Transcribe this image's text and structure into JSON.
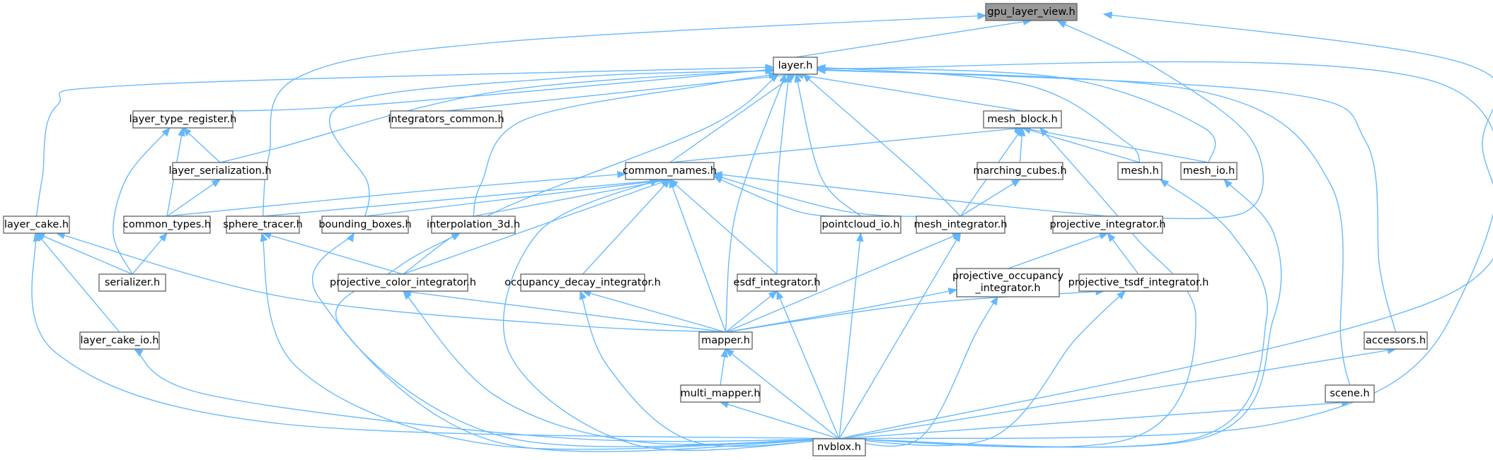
{
  "graph": {
    "colors": {
      "edge": "#63b8ff",
      "node_border": "#666666",
      "root_fill": "#999999",
      "node_fill": "#ffffff"
    },
    "nodes": [
      {
        "id": "gpu_layer_view",
        "label": "gpu_layer_view.h",
        "root": true
      },
      {
        "id": "layer",
        "label": "layer.h"
      },
      {
        "id": "layer_type_register",
        "label": "layer_type_register.h"
      },
      {
        "id": "integrators_common",
        "label": "integrators_common.h"
      },
      {
        "id": "mesh_block",
        "label": "mesh_block.h"
      },
      {
        "id": "layer_serialization",
        "label": "layer_serialization.h"
      },
      {
        "id": "common_names",
        "label": "common_names.h"
      },
      {
        "id": "marching_cubes",
        "label": "marching_cubes.h"
      },
      {
        "id": "mesh",
        "label": "mesh.h"
      },
      {
        "id": "mesh_io",
        "label": "mesh_io.h"
      },
      {
        "id": "layer_cake",
        "label": "layer_cake.h"
      },
      {
        "id": "common_types",
        "label": "common_types.h"
      },
      {
        "id": "sphere_tracer",
        "label": "sphere_tracer.h"
      },
      {
        "id": "bounding_boxes",
        "label": "bounding_boxes.h"
      },
      {
        "id": "interpolation_3d",
        "label": "interpolation_3d.h"
      },
      {
        "id": "pointcloud_io",
        "label": "pointcloud_io.h"
      },
      {
        "id": "mesh_integrator",
        "label": "mesh_integrator.h"
      },
      {
        "id": "projective_integrator",
        "label": "projective_integrator.h"
      },
      {
        "id": "serializer",
        "label": "serializer.h"
      },
      {
        "id": "projective_color_integrator",
        "label": "projective_color_integrator.h"
      },
      {
        "id": "occupancy_decay_integrator",
        "label": "occupancy_decay_integrator.h"
      },
      {
        "id": "esdf_integrator",
        "label": "esdf_integrator.h"
      },
      {
        "id": "projective_occupancy_integrator",
        "label": "projective_occupancy_integrator.h",
        "lines": [
          "projective_occupancy",
          "_integrator.h"
        ]
      },
      {
        "id": "projective_tsdf_integrator",
        "label": "projective_tsdf_integrator.h"
      },
      {
        "id": "layer_cake_io",
        "label": "layer_cake_io.h"
      },
      {
        "id": "mapper",
        "label": "mapper.h"
      },
      {
        "id": "accessors",
        "label": "accessors.h"
      },
      {
        "id": "multi_mapper",
        "label": "multi_mapper.h"
      },
      {
        "id": "scene",
        "label": "scene.h"
      },
      {
        "id": "nvblox",
        "label": "nvblox.h"
      }
    ],
    "edges": [
      [
        "layer",
        "gpu_layer_view"
      ],
      [
        "sphere_tracer",
        "gpu_layer_view"
      ],
      [
        "projective_integrator",
        "gpu_layer_view"
      ],
      [
        "nvblox",
        "gpu_layer_view"
      ],
      [
        "layer_type_register",
        "layer"
      ],
      [
        "integrators_common",
        "layer"
      ],
      [
        "mesh_block",
        "layer"
      ],
      [
        "layer_serialization",
        "layer"
      ],
      [
        "common_names",
        "layer"
      ],
      [
        "layer_cake",
        "layer"
      ],
      [
        "bounding_boxes",
        "layer"
      ],
      [
        "interpolation_3d",
        "layer"
      ],
      [
        "pointcloud_io",
        "layer"
      ],
      [
        "mesh_integrator",
        "layer"
      ],
      [
        "esdf_integrator",
        "layer"
      ],
      [
        "projective_color_integrator",
        "layer"
      ],
      [
        "mapper",
        "layer"
      ],
      [
        "mesh",
        "layer"
      ],
      [
        "mesh_io",
        "layer"
      ],
      [
        "scene",
        "layer"
      ],
      [
        "accessors",
        "layer"
      ],
      [
        "nvblox",
        "layer"
      ],
      [
        "layer_serialization",
        "layer_type_register"
      ],
      [
        "common_types",
        "layer_type_register"
      ],
      [
        "serializer",
        "layer_type_register"
      ],
      [
        "common_types",
        "layer_serialization"
      ],
      [
        "serializer",
        "common_types"
      ],
      [
        "common_names",
        "mesh_block"
      ],
      [
        "marching_cubes",
        "mesh_block"
      ],
      [
        "mesh",
        "mesh_block"
      ],
      [
        "mesh_io",
        "mesh_block"
      ],
      [
        "mesh_integrator",
        "mesh_block"
      ],
      [
        "nvblox",
        "mesh_block"
      ],
      [
        "common_types",
        "common_names"
      ],
      [
        "sphere_tracer",
        "common_names"
      ],
      [
        "bounding_boxes",
        "common_names"
      ],
      [
        "interpolation_3d",
        "common_names"
      ],
      [
        "pointcloud_io",
        "common_names"
      ],
      [
        "mesh_integrator",
        "common_names"
      ],
      [
        "projective_integrator",
        "common_names"
      ],
      [
        "projective_color_integrator",
        "common_names"
      ],
      [
        "occupancy_decay_integrator",
        "common_names"
      ],
      [
        "esdf_integrator",
        "common_names"
      ],
      [
        "mapper",
        "common_names"
      ],
      [
        "nvblox",
        "common_names"
      ],
      [
        "mesh_integrator",
        "marching_cubes"
      ],
      [
        "nvblox",
        "mesh"
      ],
      [
        "nvblox",
        "mesh_io"
      ],
      [
        "serializer",
        "layer_cake"
      ],
      [
        "layer_cake_io",
        "layer_cake"
      ],
      [
        "mapper",
        "layer_cake"
      ],
      [
        "nvblox",
        "layer_cake"
      ],
      [
        "projective_color_integrator",
        "sphere_tracer"
      ],
      [
        "nvblox",
        "sphere_tracer"
      ],
      [
        "nvblox",
        "bounding_boxes"
      ],
      [
        "nvblox",
        "interpolation_3d"
      ],
      [
        "nvblox",
        "pointcloud_io"
      ],
      [
        "mapper",
        "mesh_integrator"
      ],
      [
        "nvblox",
        "mesh_integrator"
      ],
      [
        "projective_occupancy_integrator",
        "projective_integrator"
      ],
      [
        "projective_tsdf_integrator",
        "projective_integrator"
      ],
      [
        "mapper",
        "projective_color_integrator"
      ],
      [
        "nvblox",
        "projective_color_integrator"
      ],
      [
        "mapper",
        "occupancy_decay_integrator"
      ],
      [
        "nvblox",
        "occupancy_decay_integrator"
      ],
      [
        "mapper",
        "esdf_integrator"
      ],
      [
        "nvblox",
        "esdf_integrator"
      ],
      [
        "mapper",
        "projective_occupancy_integrator"
      ],
      [
        "nvblox",
        "projective_occupancy_integrator"
      ],
      [
        "mapper",
        "projective_tsdf_integrator"
      ],
      [
        "nvblox",
        "projective_tsdf_integrator"
      ],
      [
        "nvblox",
        "layer_cake_io"
      ],
      [
        "multi_mapper",
        "mapper"
      ],
      [
        "nvblox",
        "mapper"
      ],
      [
        "nvblox",
        "multi_mapper"
      ],
      [
        "nvblox",
        "accessors"
      ],
      [
        "nvblox",
        "scene"
      ]
    ]
  }
}
